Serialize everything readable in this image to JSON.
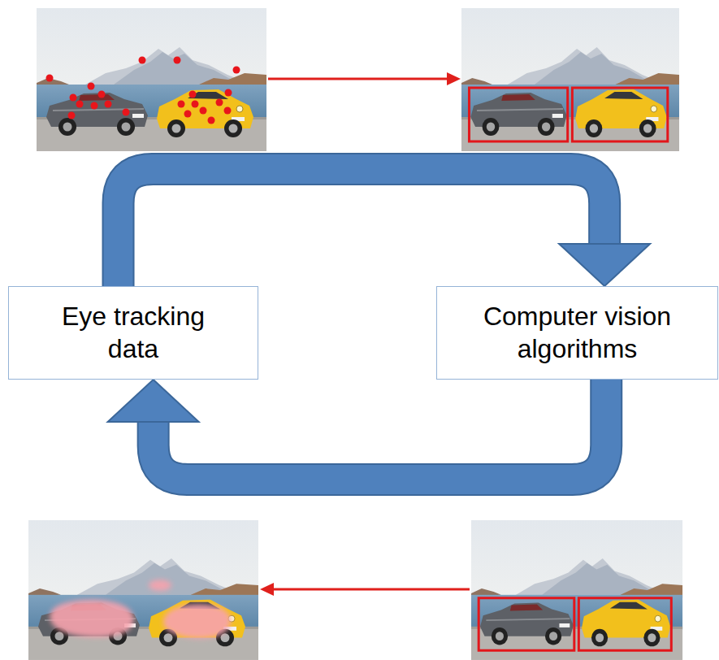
{
  "diagram": {
    "nodes": [
      {
        "text": [
          "Eye tracking data"
        ]
      },
      {
        "text": [
          "Computer vision algorithms"
        ]
      }
    ],
    "edges": [
      {
        "from": 0,
        "to": 1,
        "arrow": "to"
      },
      {
        "from": 1,
        "to": 0,
        "arrow": "to"
      }
    ]
  }
}
